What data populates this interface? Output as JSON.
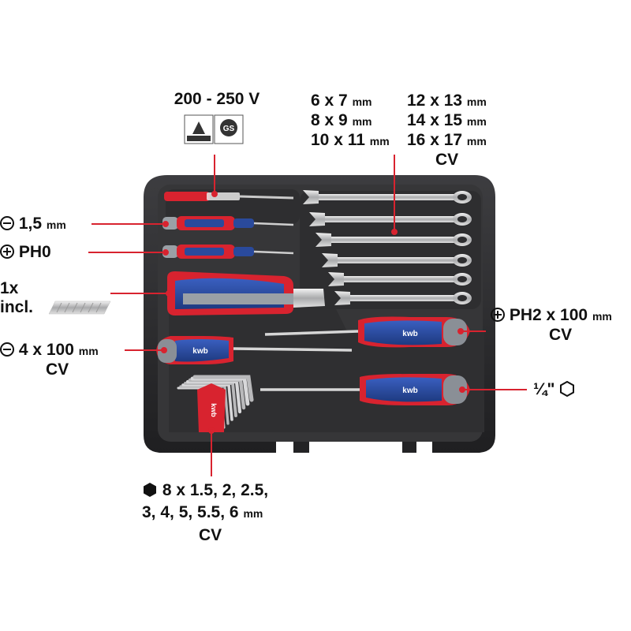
{
  "voltage": "200 - 250 V",
  "wrench_sizes": {
    "col1": [
      {
        "size": "6 x 7",
        "unit": "mm"
      },
      {
        "size": "8 x 9",
        "unit": "mm"
      },
      {
        "size": "10 x 11",
        "unit": "mm"
      }
    ],
    "col2": [
      {
        "size": "12 x 13",
        "unit": "mm"
      },
      {
        "size": "14 x 15",
        "unit": "mm"
      },
      {
        "size": "16 x 17",
        "unit": "mm"
      }
    ],
    "material": "CV"
  },
  "slot_small": {
    "value": "1,5",
    "unit": "mm"
  },
  "phillips_small": "PH0",
  "blade": {
    "qty": "1x",
    "note": "incl."
  },
  "slot_large": {
    "value": "4 x 100",
    "unit": "mm",
    "material": "CV"
  },
  "phillips_large": {
    "value": "PH2 x 100",
    "unit": "mm",
    "material": "CV"
  },
  "bit_holder": "¼\"",
  "hex_keys": {
    "line1": "8 x 1.5, 2, 2.5,",
    "line2": "3, 4, 5, 5.5, 6",
    "unit": "mm",
    "material": "CV"
  },
  "brand": "kwb",
  "colors": {
    "case": "#2b2b2d",
    "case_tray": "#3a3a3c",
    "handle_blue": "#2a4a9c",
    "handle_red": "#d8232f",
    "handle_gray": "#8a8f96",
    "leader": "#d8232f"
  },
  "icons": {
    "slot": "slotted-screwdriver-icon",
    "phillips": "phillips-screwdriver-icon",
    "hex": "hexagon-icon"
  }
}
